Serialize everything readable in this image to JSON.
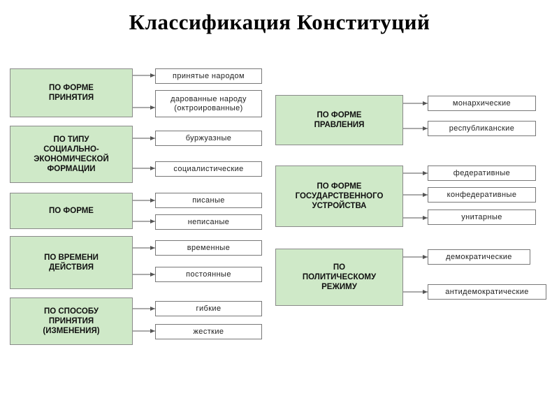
{
  "title": "Классификация  Конституций",
  "left": [
    {
      "label": "ПО  ФОРМЕ\nПРИНЯТИЯ",
      "items": [
        "принятые   народом",
        "дарованные   народу\n(октроированные)"
      ]
    },
    {
      "label": "ПО  ТИПУ\nСОЦИАЛЬНО-\nЭКОНОМИЧЕСКОЙ\nФОРМАЦИИ",
      "items": [
        "буржуазные",
        "социалистические"
      ]
    },
    {
      "label": "ПО    ФОРМЕ",
      "items": [
        "писаные",
        "неписаные"
      ]
    },
    {
      "label": "ПО  ВРЕМЕНИ\nДЕЙСТВИЯ",
      "items": [
        "временные",
        "постоянные"
      ]
    },
    {
      "label": "ПО  СПОСОБУ\nПРИНЯТИЯ\n(ИЗМЕНЕНИЯ)",
      "items": [
        "гибкие",
        "жесткие"
      ]
    }
  ],
  "right": [
    {
      "label": "ПО  ФОРМЕ\nПРАВЛЕНИЯ",
      "items": [
        "монархические",
        "республиканские"
      ]
    },
    {
      "label": "ПО  ФОРМЕ\nГОСУДАРСТВЕННОГО\nУСТРОЙСТВА",
      "items": [
        "федеративные",
        "конфедеративные",
        "унитарные"
      ]
    },
    {
      "label": "ПО\nПОЛИТИЧЕСКОМУ\nРЕЖИМУ",
      "items": [
        "демократические",
        "антидемократические"
      ]
    }
  ]
}
